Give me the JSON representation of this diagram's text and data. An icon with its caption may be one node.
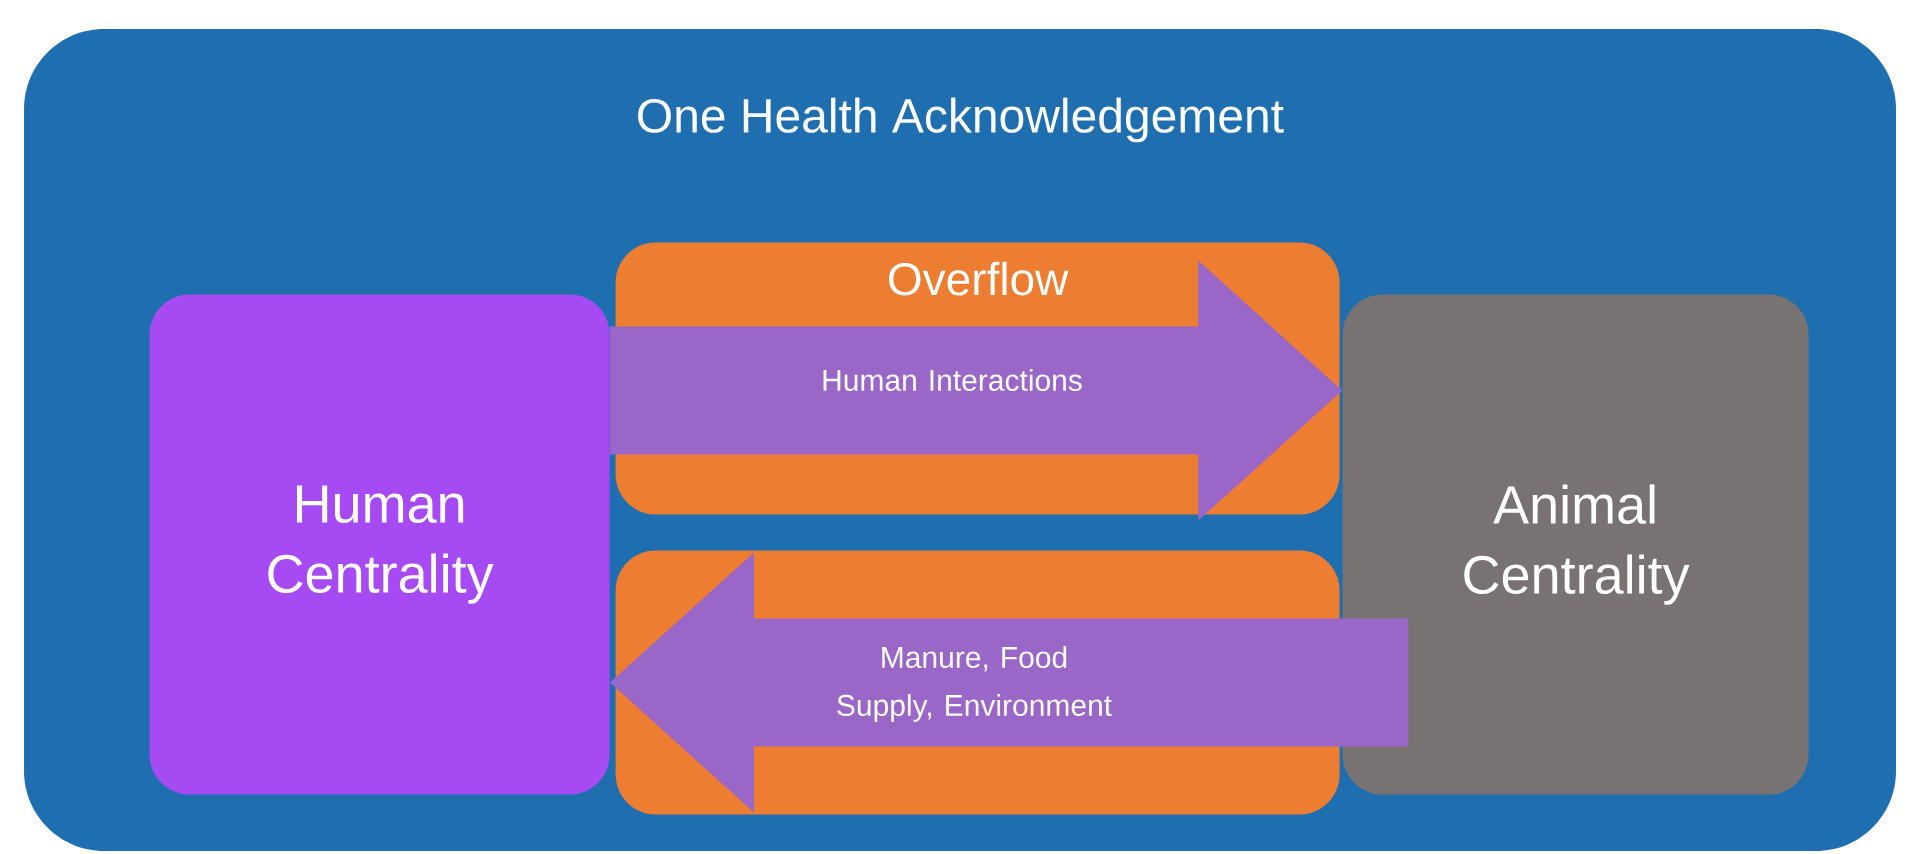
{
  "diagram": {
    "nodes": [
      {
        "text": [
          "One Health Acknowledgement"
        ]
      },
      {
        "text": [
          "Human Centrality"
        ],
        "in": 0
      },
      {
        "text": [
          "Overflow"
        ],
        "in": 0
      },
      {
        "text": [],
        "shape": "box",
        "in": 0
      },
      {
        "text": [
          "Animal Centrality"
        ],
        "in": 0
      }
    ],
    "edges": [
      {
        "from": 1,
        "to": 4,
        "arrow": "to",
        "label": "Human Interactions",
        "style": "thick"
      },
      {
        "from": 4,
        "to": 1,
        "arrow": "to",
        "label": "Manure, Food Supply, Environment",
        "style": "thick"
      }
    ]
  }
}
